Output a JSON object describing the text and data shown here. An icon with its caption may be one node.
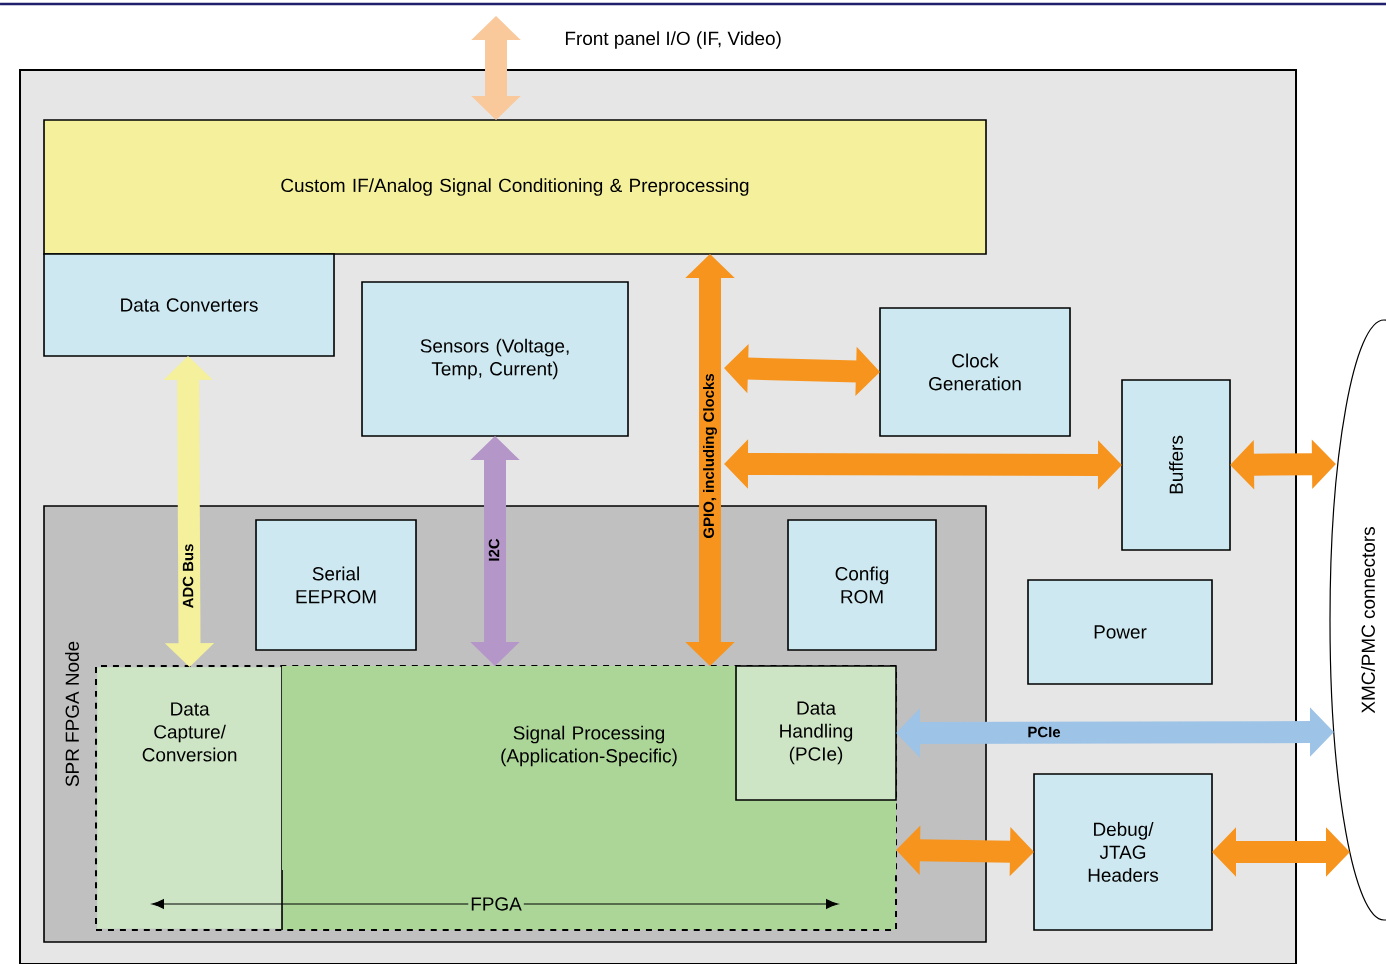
{
  "diagram": {
    "nodes": [
      {
        "text": [],
        "shape": "box"
      },
      {
        "text": [
          "Custom IF/Analog Signal Conditioning & Preprocessing"
        ],
        "in": 0
      },
      {
        "text": [
          "Data Converters"
        ],
        "in": 0
      },
      {
        "text": [
          "Sensors (Voltage, Temp, Current)"
        ],
        "in": 0
      },
      {
        "text": [
          "Clock Generation"
        ],
        "in": 0
      },
      {
        "text": [
          "Buffers"
        ],
        "in": 0
      },
      {
        "text": [
          "SPR FPGA Node"
        ],
        "in": 0
      },
      {
        "text": [
          "Serial EEPROM"
        ],
        "in": 6
      },
      {
        "text": [
          "Config ROM"
        ],
        "in": 6
      },
      {
        "text": [
          "FPGA"
        ],
        "in": 6
      },
      {
        "text": [
          "Data Capture/ Conversion"
        ],
        "in": 9
      },
      {
        "text": [
          "Signal Processing (Application-Specific)"
        ],
        "in": 9
      },
      {
        "text": [
          "Data Handling (PCIe)"
        ],
        "in": 11
      },
      {
        "text": [
          "Power"
        ],
        "in": 0
      },
      {
        "text": [
          "Debug/ JTAG Headers"
        ],
        "in": 0
      },
      {
        "text": [
          "XMC/PMC connectors"
        ]
      }
    ],
    "edges": [
      {
        "from": null,
        "to": 1,
        "arrow": "both",
        "label": "Front panel I/O (IF, Video)",
        "color": "#f9c89b"
      },
      {
        "from": 2,
        "to": 10,
        "arrow": "both",
        "label": "ADC Bus",
        "color": "#f4f09c"
      },
      {
        "from": 3,
        "to": 11,
        "arrow": "both",
        "label": "I2C",
        "color": "#b497c8"
      },
      {
        "from": 1,
        "to": 11,
        "arrow": "both",
        "label": "GPIO, including Clocks"
      },
      {
        "from": null,
        "to": 4,
        "arrow": "both"
      },
      {
        "from": null,
        "to": 5,
        "arrow": "both"
      },
      {
        "from": 5,
        "to": 15,
        "arrow": "both"
      },
      {
        "from": 12,
        "to": 15,
        "arrow": "both",
        "label": "PCIe",
        "color": "#9dc3e6"
      },
      {
        "from": 11,
        "to": 14,
        "arrow": "both"
      },
      {
        "from": 14,
        "to": 15,
        "arrow": "both"
      }
    ]
  }
}
